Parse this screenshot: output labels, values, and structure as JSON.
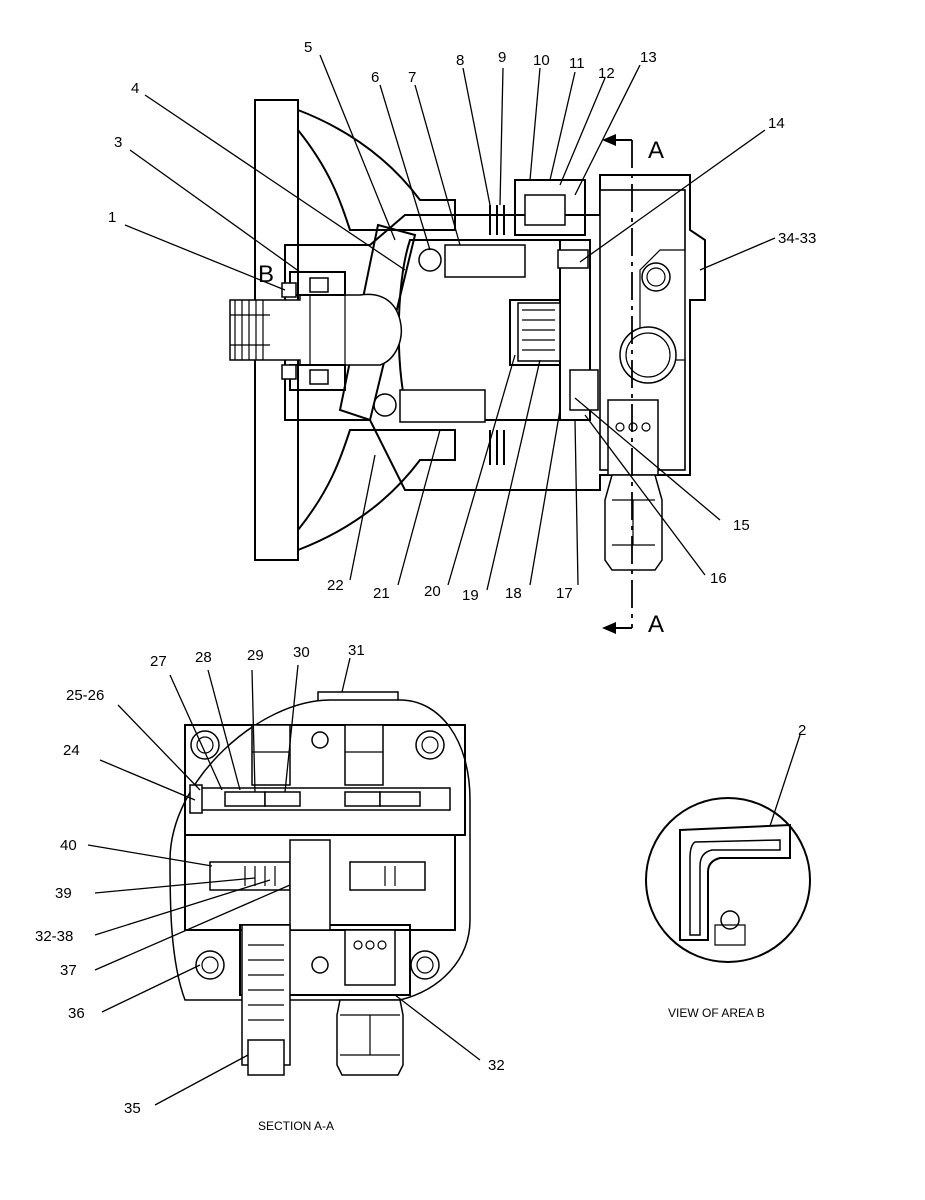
{
  "callouts": {
    "c1": "1",
    "c2": "2",
    "c3": "3",
    "c4": "4",
    "c5": "5",
    "c6": "6",
    "c7": "7",
    "c8": "8",
    "c9": "9",
    "c10": "10",
    "c11": "11",
    "c12": "12",
    "c13": "13",
    "c14": "14",
    "c15": "15",
    "c16": "16",
    "c17": "17",
    "c18": "18",
    "c19": "19",
    "c20": "20",
    "c21": "21",
    "c22": "22",
    "c24": "24",
    "c25_26": "25-26",
    "c27": "27",
    "c28": "28",
    "c29": "29",
    "c30": "30",
    "c31": "31",
    "c32": "32",
    "c32_38": "32-38",
    "c34_33": "34-33",
    "c35": "35",
    "c36": "36",
    "c37": "37",
    "c39": "39",
    "c40": "40"
  },
  "section_marks": {
    "top": "A",
    "bottom": "A",
    "area": "B"
  },
  "captions": {
    "section": "SECTION A-A",
    "view": "VIEW OF AREA B"
  }
}
